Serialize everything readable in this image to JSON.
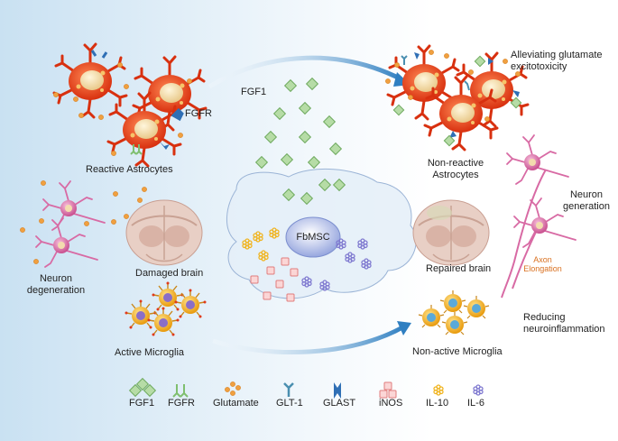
{
  "labels": {
    "fgf1_top": "FGF1",
    "fgfr": "FGFR",
    "reactive_astrocytes": "Reactive Astrocytes",
    "neuron_degeneration_l1": "Neuron",
    "neuron_degeneration_l2": "degeneration",
    "damaged_brain": "Damaged brain",
    "active_microglia": "Active Microglia",
    "fbmsc": "FbMSC",
    "alleviating_l1": "Alleviating glutamate",
    "alleviating_l2": "excitotoxicity",
    "non_reactive_l1": "Non-reactive",
    "non_reactive_l2": "Astrocytes",
    "neuron_generation_l1": "Neuron",
    "neuron_generation_l2": "generation",
    "axon_l1": "Axon",
    "axon_l2": "Elongation",
    "repaired_brain": "Repaired brain",
    "reducing_l1": "Reducing",
    "reducing_l2": "neuroinflammation",
    "non_active_microglia": "Non-active Microglia"
  },
  "legend": [
    {
      "label": "FGF1",
      "icon": "fgf1-icon"
    },
    {
      "label": "FGFR",
      "icon": "fgfr-icon"
    },
    {
      "label": "Glutamate",
      "icon": "glutamate-icon"
    },
    {
      "label": "GLT-1",
      "icon": "glt1-icon"
    },
    {
      "label": "GLAST",
      "icon": "glast-icon"
    },
    {
      "label": "iNOS",
      "icon": "inos-icon"
    },
    {
      "label": "IL-10",
      "icon": "il10-icon"
    },
    {
      "label": "IL-6",
      "icon": "il6-icon"
    }
  ],
  "colors": {
    "astrocyte": "#e8401c",
    "nucleus": "#f3dcae",
    "fgf1": "#9fcf8f",
    "glutamate": "#f0a040",
    "neuron": "#e07fb0",
    "microglia": "#f2b21a",
    "arrow": "#2f7fc1",
    "inos": "#f2a9a9",
    "il10": "#f5c542",
    "il6": "#8c86d8",
    "glt1": "#4a8fb0",
    "glast": "#2f6fb5"
  }
}
